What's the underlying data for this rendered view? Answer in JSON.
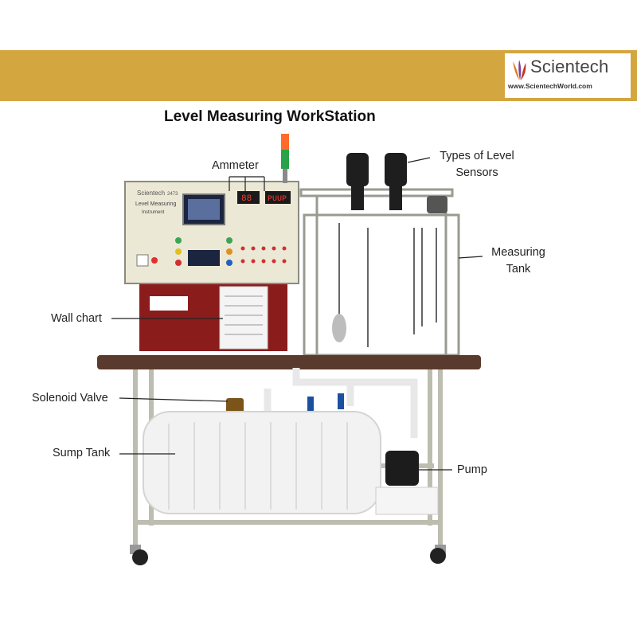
{
  "banner": {
    "color": "#d4a640",
    "brand_name": "Scientech",
    "brand_url": "www.ScientechWorld.com"
  },
  "title": "Level Measuring WorkStation",
  "panel": {
    "brand": "Scientech",
    "model": "2473",
    "name_line1": "Level Measuring",
    "name_line2": "Instrument",
    "display_left": "88",
    "display_right": "PUUP"
  },
  "callouts": {
    "ammeter": "Ammeter",
    "sensors_line1": "Types of Level",
    "sensors_line2": "Sensors",
    "tank_line1": "Measuring",
    "tank_line2": "Tank",
    "wall_chart": "Wall chart",
    "solenoid": "Solenoid Valve",
    "sump": "Sump Tank",
    "pump": "Pump"
  }
}
